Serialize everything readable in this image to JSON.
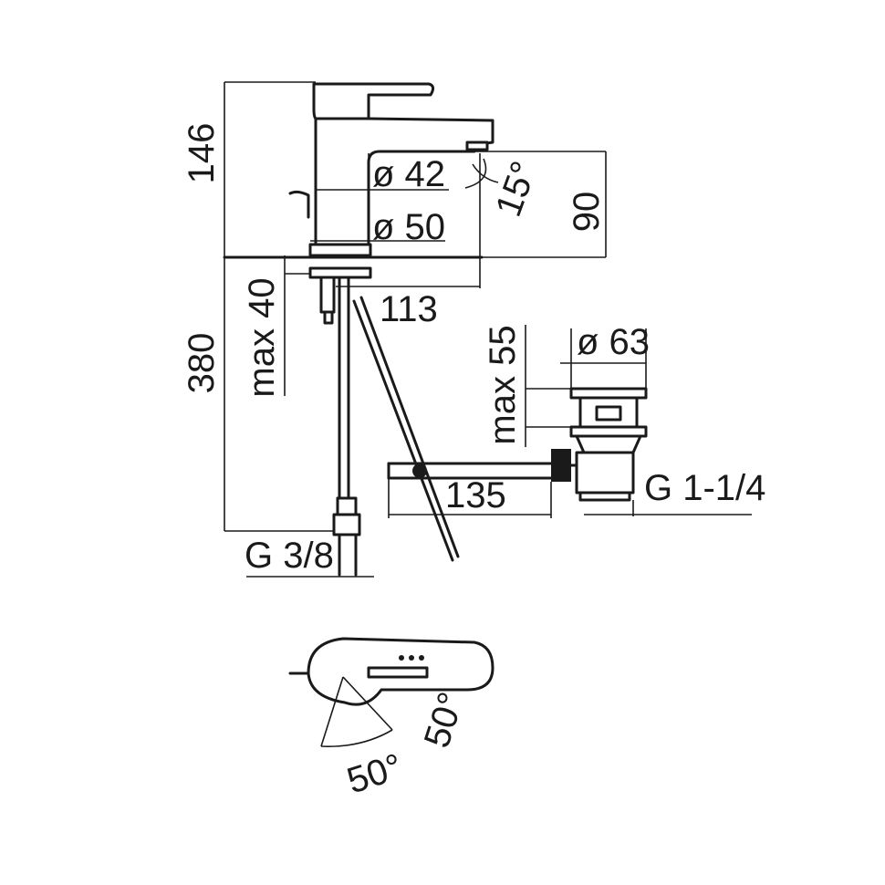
{
  "dimensions": {
    "height_above_deck": "146",
    "spout_diameter": "ø 42",
    "body_diameter": "ø 50",
    "spout_angle": "15°",
    "spout_height": "90",
    "spout_reach": "113",
    "deck_thickness_max": "max 40",
    "hose_length": "380",
    "hose_thread": "G 3/8",
    "waste_diameter": "ø 63",
    "waste_thickness_max": "max 55",
    "rod_length": "135",
    "waste_thread": "G 1-1/4",
    "handle_rotation_left": "50°",
    "handle_rotation_right": "50°"
  }
}
